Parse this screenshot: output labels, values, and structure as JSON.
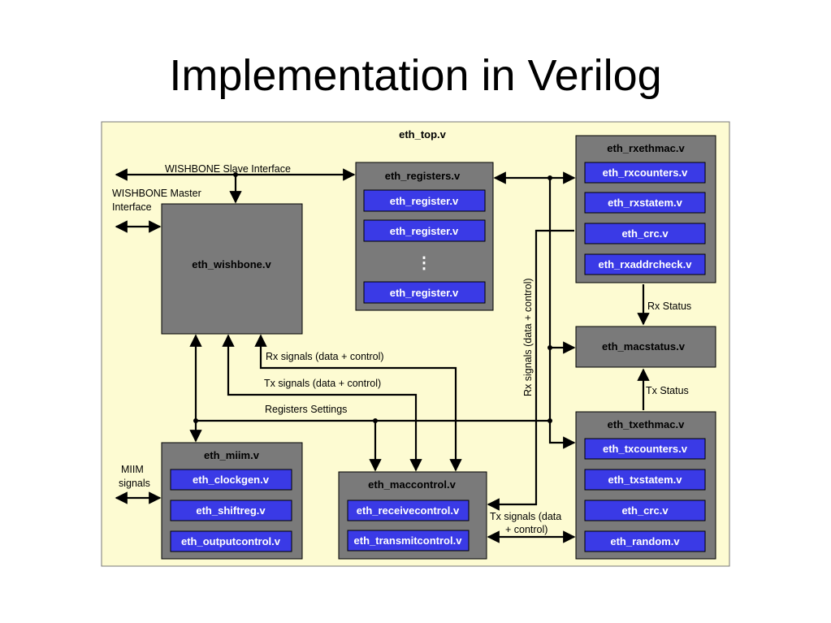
{
  "slide": {
    "title": "Implementation in Verilog"
  },
  "colors": {
    "board": "#fdfbd2",
    "module": "#7a7a7a",
    "submodule": "#3a3ae6",
    "line": "#000000"
  },
  "top": {
    "label": "eth_top.v"
  },
  "wishbone": {
    "label": "eth_wishbone.v"
  },
  "registers": {
    "label": "eth_registers.v",
    "items": [
      "eth_register.v",
      "eth_register.v",
      "eth_register.v"
    ],
    "ellipsis": "⋮"
  },
  "rxethmac": {
    "label": "eth_rxethmac.v",
    "items": [
      "eth_rxcounters.v",
      "eth_rxstatem.v",
      "eth_crc.v",
      "eth_rxaddrcheck.v"
    ]
  },
  "macstatus": {
    "label": "eth_macstatus.v"
  },
  "txethmac": {
    "label": "eth_txethmac.v",
    "items": [
      "eth_txcounters.v",
      "eth_txstatem.v",
      "eth_crc.v",
      "eth_random.v"
    ]
  },
  "miim": {
    "label": "eth_miim.v",
    "items": [
      "eth_clockgen.v",
      "eth_shiftreg.v",
      "eth_outputcontrol.v"
    ]
  },
  "maccontrol": {
    "label": "eth_maccontrol.v",
    "items": [
      "eth_receivecontrol.v",
      "eth_transmitcontrol.v"
    ]
  },
  "labels": {
    "wb_slave": "WISHBONE Slave Interface",
    "wb_master_1": "WISHBONE Master",
    "wb_master_2": "Interface",
    "miim_1": "MIIM",
    "miim_2": "signals",
    "rx_signals": "Rx signals (data + control)",
    "tx_signals": "Tx signals (data + control)",
    "reg_settings": "Registers Settings",
    "rx_status": "Rx Status",
    "tx_status": "Tx Status",
    "rx_signals_vertical": "Rx signals (data + control)",
    "tx_signals_1": "Tx signals (data",
    "tx_signals_2": "+ control)"
  }
}
